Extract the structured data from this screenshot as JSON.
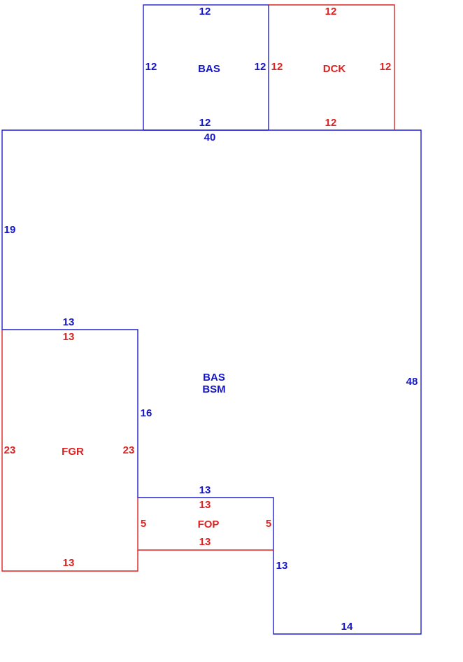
{
  "colors": {
    "main": "#1515c8",
    "secondary": "#dd2222"
  },
  "areas": {
    "bas_top": "BAS",
    "dck": "DCK",
    "main_line1": "BAS",
    "main_line2": "BSM",
    "fgr": "FGR",
    "fop": "FOP"
  },
  "dims": {
    "bas_top_top": "12",
    "bas_top_left": "12",
    "bas_top_right": "12",
    "bas_top_bottom": "12",
    "dck_top": "12",
    "dck_left": "12",
    "dck_right": "12",
    "dck_bottom": "12",
    "main_top": "40",
    "main_left": "19",
    "main_right": "48",
    "main_step_top": "13",
    "main_step_side": "16",
    "main_notch_top": "13",
    "main_notch_side": "13",
    "main_bottom": "14",
    "fgr_top": "13",
    "fgr_left": "23",
    "fgr_right": "23",
    "fgr_bottom": "13",
    "fop_top": "13",
    "fop_left": "5",
    "fop_right": "5",
    "fop_bottom": "13"
  }
}
